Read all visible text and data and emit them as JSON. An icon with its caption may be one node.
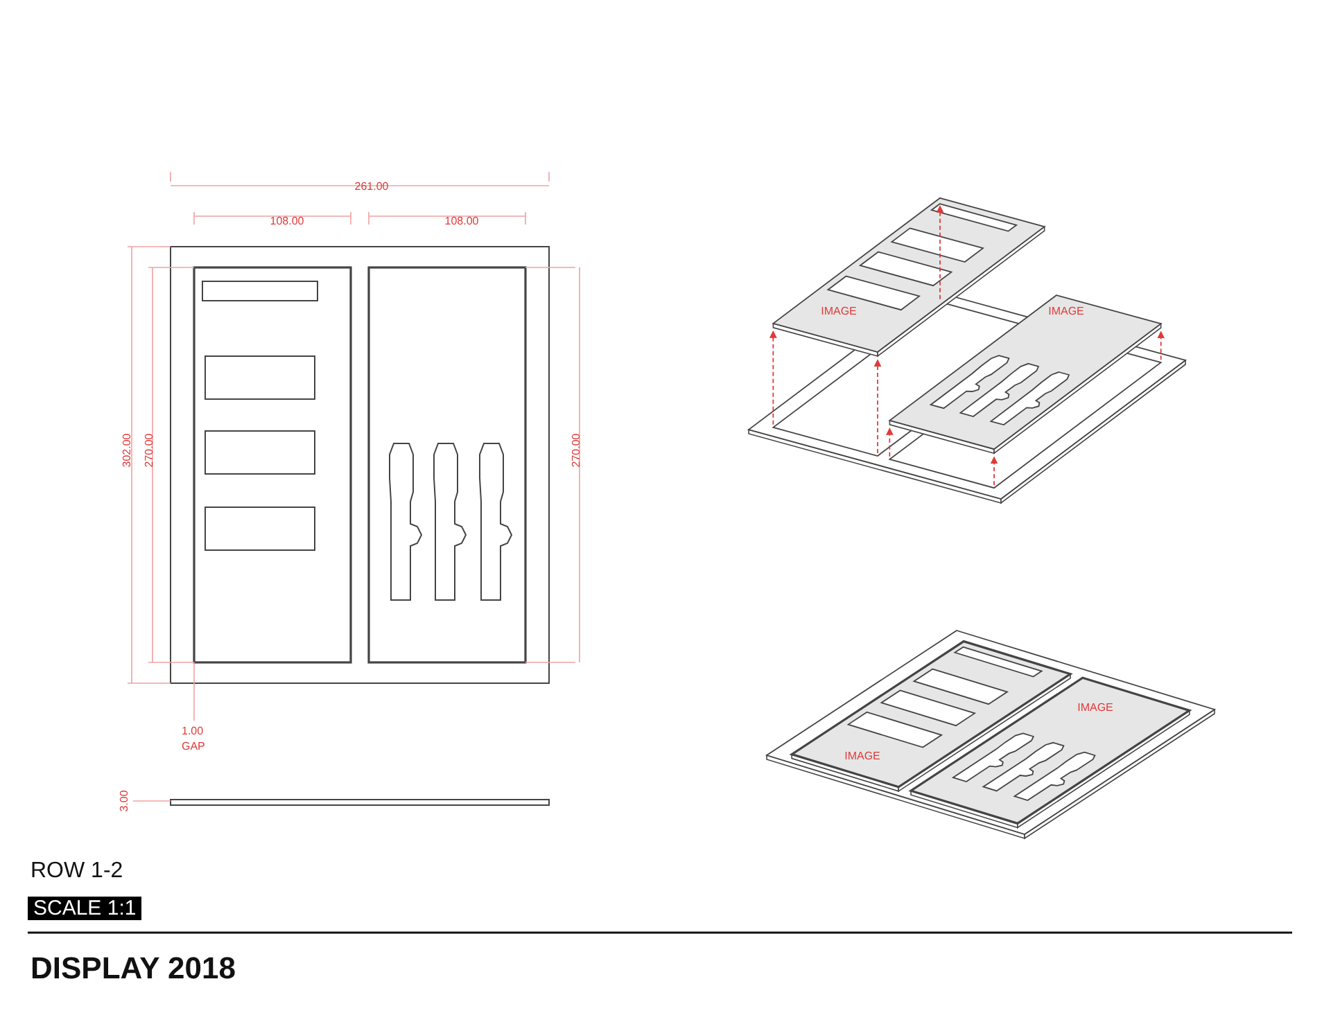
{
  "diagram": {
    "title": "DISPLAY 2018",
    "labels": [
      "261.00",
      "108.00",
      "108.00",
      "302.00",
      "270.00",
      "270.00",
      "1.00",
      "GAP",
      "3.00",
      "IMAGE",
      "IMAGE",
      "IMAGE",
      "IMAGE",
      "ROW 1-2",
      "SCALE 1:1"
    ]
  }
}
